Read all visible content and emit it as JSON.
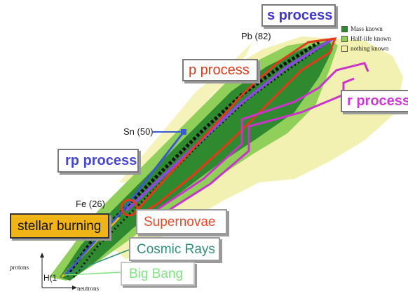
{
  "labels": {
    "s_process": "s process",
    "p_process": "p process",
    "r_process": "r process",
    "rp_process": "rp process",
    "stellar_burning": "stellar burning",
    "supernovae": "Supernovae",
    "cosmic_rays": "Cosmic Rays",
    "big_bang": "Big Bang"
  },
  "nuclides": {
    "pb": "Pb (82)",
    "sn": "Sn (50)",
    "fe": "Fe (26)",
    "h": "H(1"
  },
  "axes": {
    "y": "protons",
    "x": "neutrons"
  },
  "legend": [
    {
      "label": "Mass known",
      "color": "#2f8a2f"
    },
    {
      "label": "Half-life known",
      "color": "#8fcf5a"
    },
    {
      "label": "nothing known",
      "color": "#f2f0a8"
    }
  ],
  "colors": {
    "s_process": "#3f36d6",
    "p_process": "#e23a1a",
    "r_process": "#cc33cc",
    "rp_process": "#3a5ad0",
    "stellar_burning": "#f0b416",
    "nothing_known": "#f2f0a8",
    "half_life_known": "#8fcf5a",
    "mass_known": "#2f8a2f",
    "stable": "#111111"
  }
}
